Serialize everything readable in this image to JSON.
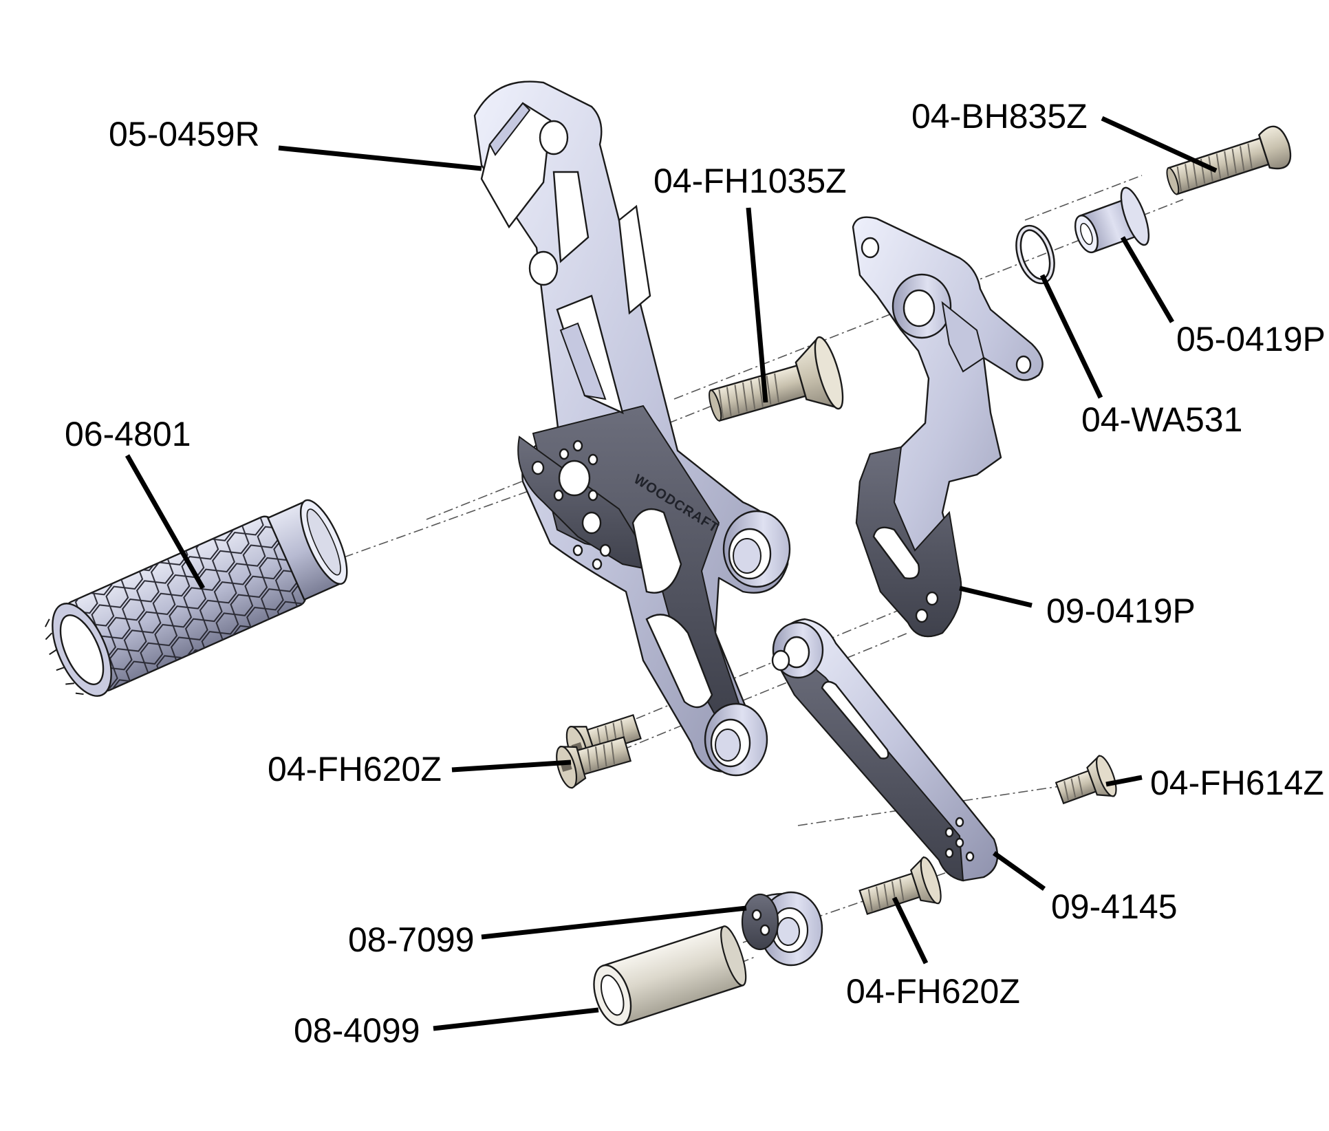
{
  "diagram": {
    "parts": [
      {
        "id": "p1",
        "label": "05-0459R"
      },
      {
        "id": "p2",
        "label": "04-FH1035Z"
      },
      {
        "id": "p3",
        "label": "04-BH835Z"
      },
      {
        "id": "p4",
        "label": "05-0419P"
      },
      {
        "id": "p5",
        "label": "04-WA531"
      },
      {
        "id": "p6",
        "label": "06-4801"
      },
      {
        "id": "p7",
        "label": "09-0419P"
      },
      {
        "id": "p8",
        "label": "04-FH620Z"
      },
      {
        "id": "p9",
        "label": "04-FH614Z"
      },
      {
        "id": "p10",
        "label": "09-4145"
      },
      {
        "id": "p11",
        "label": "08-7099"
      },
      {
        "id": "p12",
        "label": "04-FH620Z"
      },
      {
        "id": "p13",
        "label": "08-4099"
      }
    ],
    "bracket_logo_text": "WOODCRAFT",
    "colors": {
      "metal_light": "#dcdff0",
      "metal_mid": "#a6a9c6",
      "metal_dark": "#50525e",
      "bolt": "#cdc6b4",
      "leader": "#000000"
    }
  }
}
